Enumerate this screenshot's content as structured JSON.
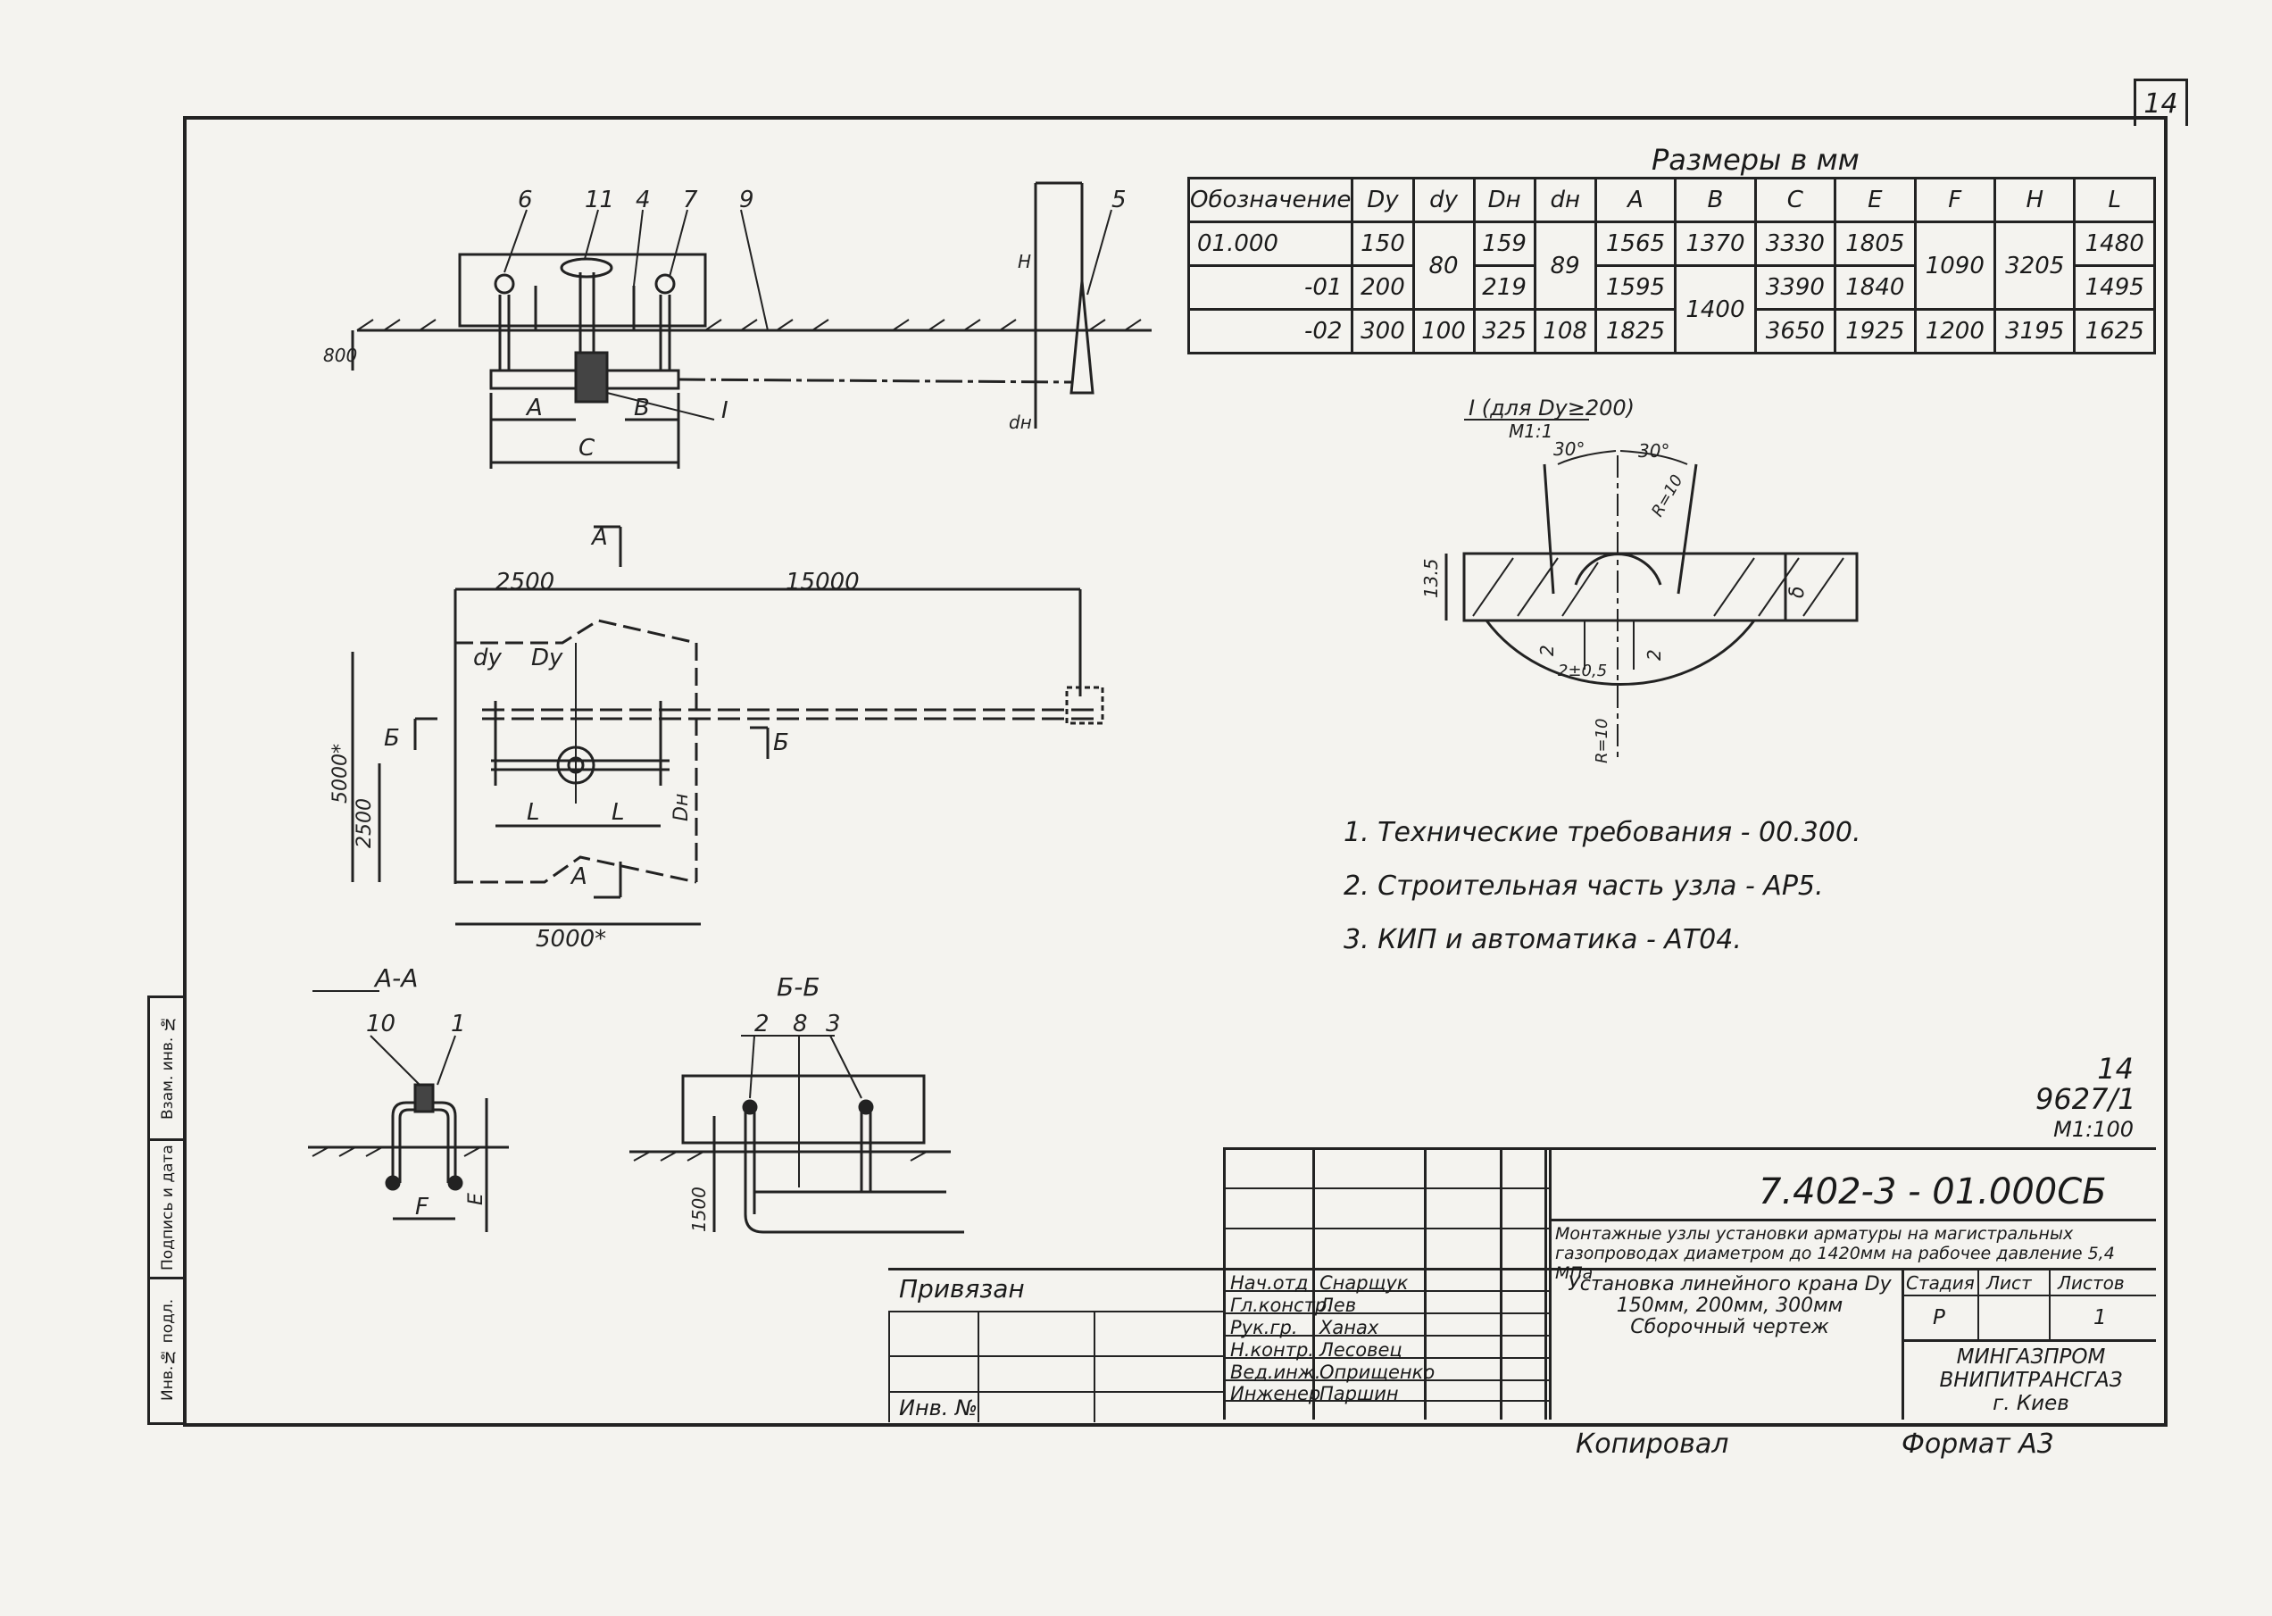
{
  "sheet": {
    "corner_number": "14"
  },
  "dimensions": {
    "caption": "Размеры в мм",
    "headers": [
      "Обозначение",
      "Dу",
      "dу",
      "Dн",
      "dн",
      "A",
      "B",
      "C",
      "E",
      "F",
      "H",
      "L"
    ],
    "rows": [
      [
        "01.000",
        "150",
        "80",
        "159",
        "89",
        "1565",
        "1370",
        "3330",
        "1805",
        "1090",
        "3205",
        "1480"
      ],
      [
        "-01",
        "200",
        "",
        "219",
        "",
        "1595",
        "1400",
        "3390",
        "1840",
        "",
        "",
        "1495"
      ],
      [
        "-02",
        "300",
        "100",
        "325",
        "108",
        "1825",
        "",
        "3650",
        "1925",
        "1200",
        "3195",
        "1625"
      ]
    ]
  },
  "views": {
    "main_labels": [
      "6",
      "11",
      "4",
      "7",
      "9",
      "5",
      "800",
      "A",
      "B",
      "C",
      "I",
      "H",
      "dн"
    ],
    "plan_labels": [
      "A",
      "2500",
      "15000",
      "dу",
      "Dу",
      "Б",
      "Б",
      "5000*",
      "2500",
      "L",
      "L",
      "Dн",
      "A",
      "5000*"
    ],
    "detail_title": "I (для Dу≥200)",
    "detail_scale": "М1:1",
    "detail_labels": [
      "30°",
      "30°",
      "R=10",
      "13.5",
      "δ",
      "2",
      "2",
      "2±0,5",
      "R=10"
    ],
    "section_aa_title": "А-А",
    "section_aa_labels": [
      "10",
      "1",
      "F",
      "E"
    ],
    "section_bb_title": "Б-Б",
    "section_bb_labels": [
      "2",
      "8",
      "3",
      "1500"
    ]
  },
  "notes": [
    "1. Технические требования - 00.300.",
    "2. Строительная часть узла - АР5.",
    "3. КИП и автоматика - АТ04."
  ],
  "sheet_number": {
    "page": "14",
    "code": "9627/1",
    "scale": "М1:100"
  },
  "left_strip": [
    "Инв.№ подл.",
    "Подпись и дата",
    "Взам. инв. №"
  ],
  "title_block": {
    "doc_code": "7.402-3 - 01.000СБ",
    "description": "Монтажные узлы установки арматуры на магистральных газопроводах диаметром до 1420мм на рабочее давление 5,4 МПа",
    "item_title": "Установка линейного крана Dу 150мм, 200мм, 300мм Сборочный чертеж",
    "stage_header": "Стадия",
    "sheet_header": "Лист",
    "sheets_header": "Листов",
    "stage": "Р",
    "sheets": "1",
    "org": [
      "МИНГАЗПРОМ",
      "ВНИПИТРАНСГАЗ",
      "г. Киев"
    ],
    "bound_label": "Привязан",
    "inv_label": "Инв. №",
    "roles": [
      "Нач.отд",
      "Гл.констр.",
      "Рук.гр.",
      "Н.контр.",
      "Вед.инж.",
      "Инженер"
    ],
    "names": [
      "Снарщук",
      "Лев",
      "Ханах",
      "Лесовец",
      "Оприщенко",
      "Паршин"
    ]
  },
  "footer": {
    "copied": "Копировал",
    "format": "Формат А3"
  }
}
